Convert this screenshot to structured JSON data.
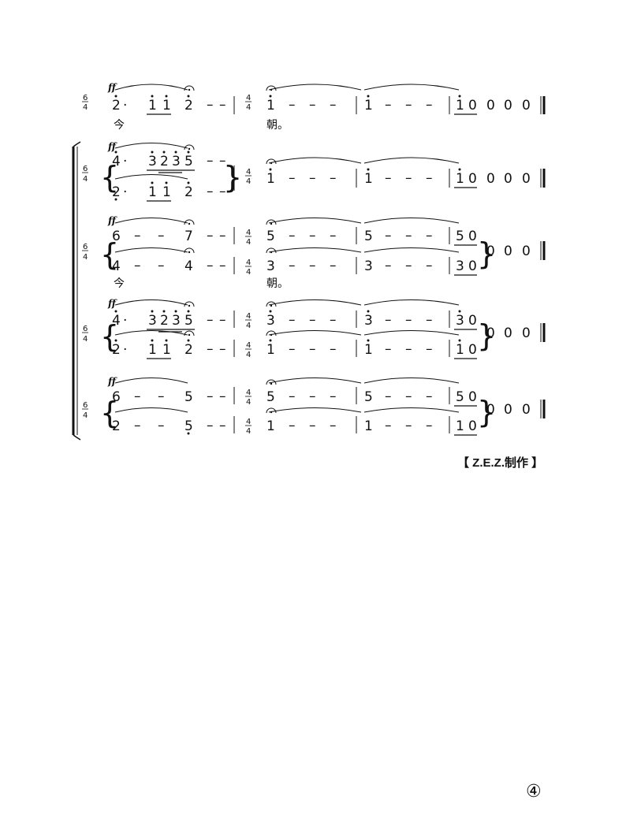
{
  "time_signatures": {
    "first": [
      "6",
      "4"
    ],
    "second": [
      "4",
      "4"
    ]
  },
  "dynamic": "ff",
  "dash": "–",
  "dot": "·",
  "lyrics": {
    "first": "今",
    "second": "朝。"
  },
  "voices": [
    {
      "line1": {
        "m1": [
          "2",
          "·",
          "1",
          "1",
          "2",
          "–",
          "–"
        ],
        "m2": "1",
        "m3": "1",
        "m4": [
          "1",
          "0"
        ]
      }
    },
    {
      "line1": {
        "m1": [
          "4",
          "·",
          "3",
          "2",
          "3",
          "5",
          "–",
          "–"
        ]
      },
      "line2": {
        "m1": [
          "2",
          "·",
          "1",
          "1",
          "2",
          "–",
          "–"
        ]
      },
      "m2": "1",
      "m3": "1",
      "m4": [
        "1",
        "0"
      ]
    },
    {
      "line1": {
        "m1": [
          "6",
          "–",
          "–",
          "7",
          "–",
          "–"
        ],
        "m2": "5",
        "m3": "5",
        "m4": [
          "5",
          "0"
        ]
      },
      "line2": {
        "m1": [
          "4",
          "–",
          "–",
          "4",
          "–",
          "–"
        ],
        "m2": "3",
        "m3": "3",
        "m4": [
          "3",
          "0"
        ]
      }
    },
    {
      "line1": {
        "m1": [
          "4",
          "·",
          "3",
          "2",
          "3",
          "5",
          "–",
          "–"
        ],
        "m2": "3",
        "m3": "3",
        "m4": [
          "3",
          "0"
        ]
      },
      "line2": {
        "m1": [
          "2",
          "·",
          "1",
          "1",
          "2",
          "–",
          "–"
        ],
        "m2": "1",
        "m3": "1",
        "m4": [
          "1",
          "0"
        ]
      }
    },
    {
      "line1": {
        "m1": [
          "6",
          "–",
          "–",
          "5",
          "–",
          "–"
        ],
        "m2": "5",
        "m3": "5",
        "m4": [
          "5",
          "0"
        ]
      },
      "line2": {
        "m1": [
          "2",
          "–",
          "–",
          "5",
          "–",
          "–"
        ],
        "m2": "1",
        "m3": "1",
        "m4": [
          "1",
          "0"
        ]
      }
    }
  ],
  "trailing_rests": [
    "0",
    "0",
    "0"
  ],
  "credit": "【 Z.E.Z.制作 】",
  "page_number": "④"
}
